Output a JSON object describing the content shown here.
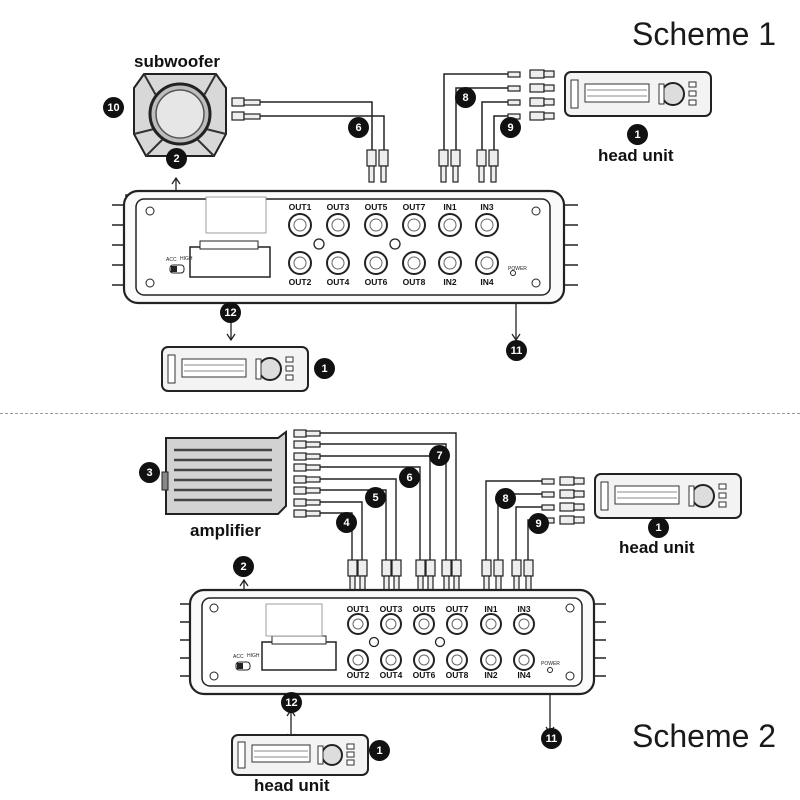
{
  "scheme1": {
    "title": "Scheme 1",
    "labels": {
      "subwoofer": "subwoofer",
      "head_unit_top": "head unit"
    },
    "badges": [
      "10",
      "2",
      "6",
      "8",
      "9",
      "1",
      "12",
      "1",
      "11"
    ],
    "ports": [
      "OUT1",
      "OUT3",
      "OUT5",
      "OUT7",
      "IN1",
      "IN3",
      "OUT2",
      "OUT4",
      "OUT6",
      "OUT8",
      "IN2",
      "IN4"
    ],
    "switch": {
      "acc": "ACC",
      "high": "HIGH"
    },
    "power": "POWER"
  },
  "scheme2": {
    "title": "Scheme 2",
    "labels": {
      "amplifier": "amplifier",
      "head_unit_right": "head unit",
      "head_unit_bottom": "head unit"
    },
    "badges": [
      "7",
      "6",
      "3",
      "5",
      "4",
      "8",
      "9",
      "1",
      "2",
      "12",
      "1",
      "11"
    ],
    "ports": [
      "OUT1",
      "OUT3",
      "OUT5",
      "OUT7",
      "IN1",
      "IN3",
      "OUT2",
      "OUT4",
      "OUT6",
      "OUT8",
      "IN2",
      "IN4"
    ],
    "switch": {
      "acc": "ACC",
      "high": "HIGH"
    },
    "power": "POWER"
  },
  "colors": {
    "line": "#222222",
    "badge": "#111111",
    "divider": "#9a9a9a"
  }
}
